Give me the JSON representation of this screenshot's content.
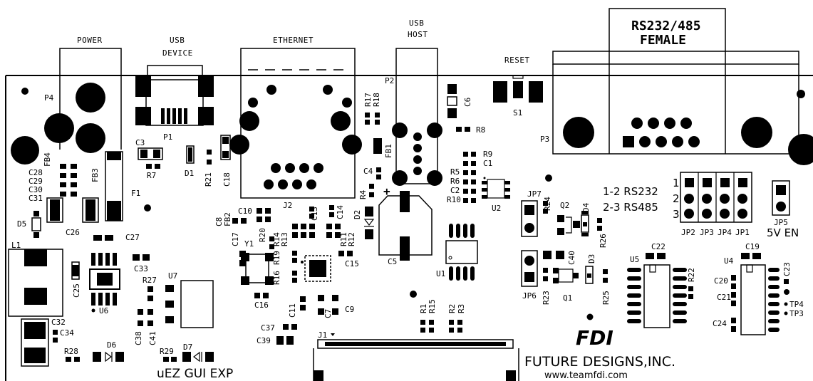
{
  "connectors": {
    "power": "POWER",
    "usb_device": [
      "USB",
      "DEVICE"
    ],
    "ethernet": "ETHERNET",
    "usb_host": [
      "USB",
      "HOST"
    ],
    "reset": "RESET",
    "rs232_485": [
      "RS232/485",
      "FEMALE"
    ]
  },
  "jumper_table": {
    "opt1": "1-2 RS232",
    "opt2": "2-3 RS485",
    "pins": [
      "1",
      "2",
      "3"
    ],
    "jp_labels": [
      "JP2",
      "JP3",
      "JP4",
      "JP1"
    ],
    "jp5": "JP5",
    "jp5_note": "5V EN"
  },
  "board_name": "uEZ GUI EXP",
  "logo": {
    "mark": "FDI",
    "company": "FUTURE DESIGNS,INC.",
    "url": "www.teamfdi.com"
  },
  "refdes": {
    "P4": "P4",
    "FB4": "FB4",
    "C28": "C28",
    "C29": "C29",
    "C30": "C30",
    "C31": "C31",
    "FB3": "FB3",
    "F1": "F1",
    "D5": "D5",
    "L1": "L1",
    "C26": "C26",
    "C27": "C27",
    "C25": "C25",
    "U6": "U6",
    "C33": "C33",
    "U7": "U7",
    "R27": "R27",
    "C32": "C32",
    "C34": "C34",
    "R28": "R28",
    "D6": "D6",
    "C38": "C38",
    "C41": "C41",
    "R29": "R29",
    "D7": "D7",
    "P1": "P1",
    "C3": "C3",
    "R7": "R7",
    "D1": "D1",
    "R21": "R21",
    "C18": "C18",
    "J2": "J2",
    "C8": "C8",
    "FB2": "FB2",
    "C10": "C10",
    "C13": "C13",
    "C14": "C14",
    "C17": "C17",
    "Y1": "Y1",
    "R20": "R20",
    "R14": "R14",
    "R13": "R13",
    "R19": "R19",
    "R16": "R16",
    "R11": "R11",
    "R12": "R12",
    "C15": "C15",
    "C16": "C16",
    "C11": "C11",
    "C7": "C7",
    "C9": "C9",
    "C37": "C37",
    "C39": "C39",
    "J1": "J1",
    "P2": "P2",
    "R17": "R17",
    "R18": "R18",
    "FB1": "FB1",
    "C4": "C4",
    "R4": "R4",
    "D2": "D2",
    "C5": "C5",
    "C6": "C6",
    "R8": "R8",
    "R9": "R9",
    "C1": "C1",
    "R5": "R5",
    "R6": "R6",
    "C2": "C2",
    "R10": "R10",
    "U2": "U2",
    "U1": "U1",
    "R1": "R1",
    "R15": "R15",
    "R2": "R2",
    "R3": "R3",
    "S1": "S1",
    "P3": "P3",
    "JP7": "JP7",
    "R24": "R24",
    "Q2": "Q2",
    "D4": "D4",
    "R26": "R26",
    "JP6": "JP6",
    "C40": "C40",
    "D3": "D3",
    "R23": "R23",
    "Q1": "Q1",
    "R25": "R25",
    "U5": "U5",
    "C22": "C22",
    "R22": "R22",
    "C20": "C20",
    "C21": "C21",
    "C24": "C24",
    "U4": "U4",
    "C19": "C19",
    "C23": "C23",
    "TP4": "TP4",
    "TP3": "TP3"
  }
}
